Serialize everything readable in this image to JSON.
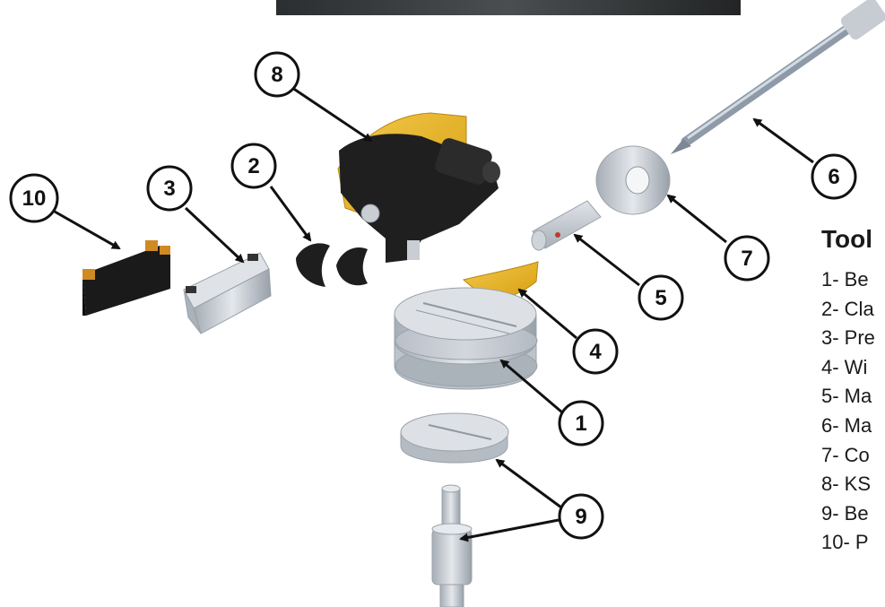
{
  "legend": {
    "title": "Tool",
    "items": [
      "1- Be",
      "2- Cla",
      "3- Pre",
      "4- Wi",
      "5- Ma",
      "6- Ma",
      "7- Co",
      "8- KS",
      "9- Be",
      "10- P"
    ]
  },
  "callouts": [
    "1",
    "2",
    "3",
    "4",
    "5",
    "6",
    "7",
    "8",
    "9",
    "10"
  ],
  "colors": {
    "part_gray": "#c9ced4",
    "part_dark": "#1c1c1c",
    "accent_yellow": "#e8b21d",
    "outline": "#111111"
  }
}
